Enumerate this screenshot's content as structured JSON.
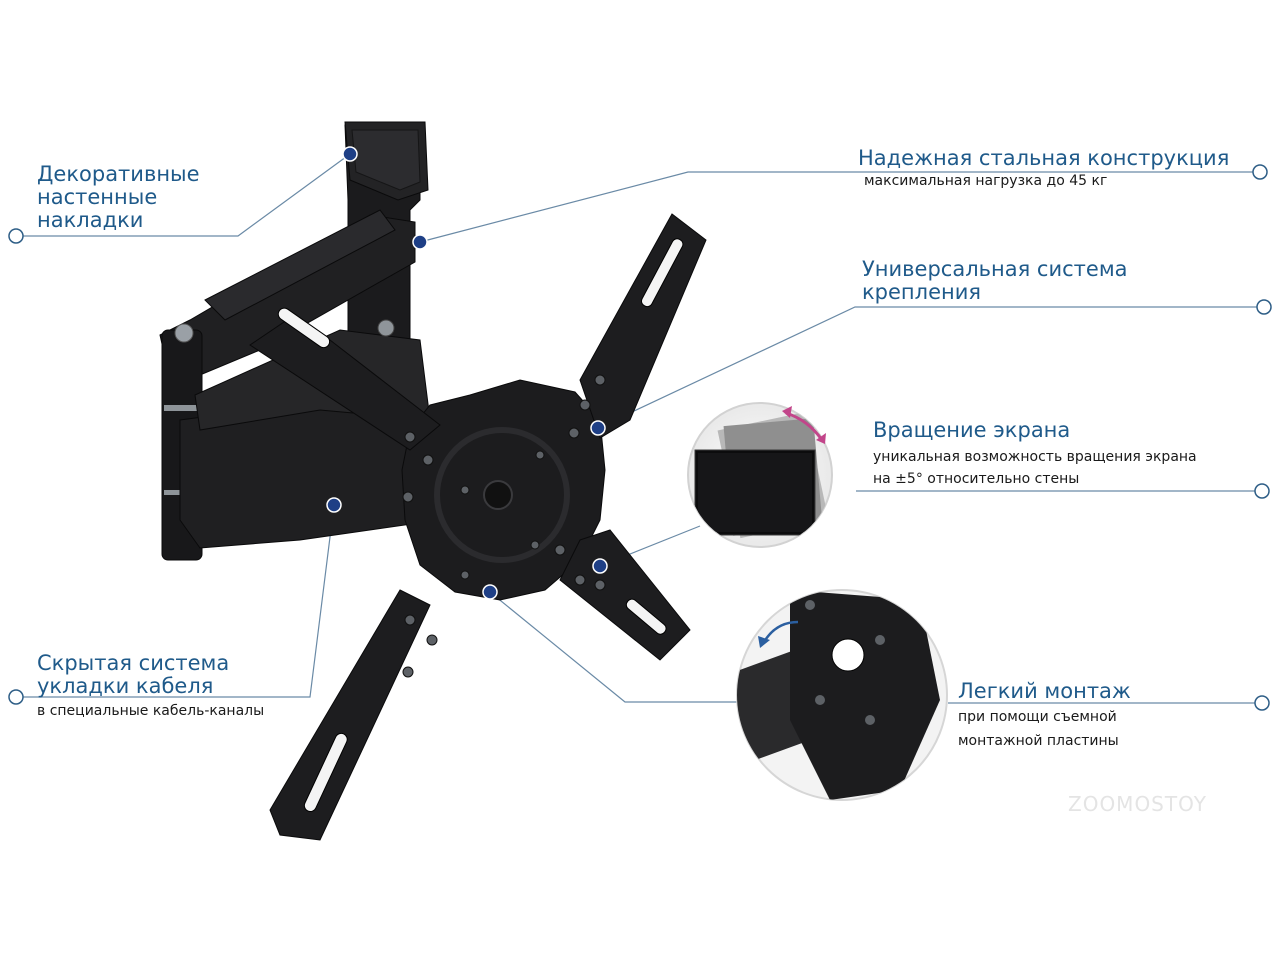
{
  "colors": {
    "accent": "#1f5a8a",
    "dot": "#1e3f86",
    "product": "#1b1b1d",
    "line": "#5c7f9e"
  },
  "labels": {
    "decor": {
      "lines": [
        "Декоративные",
        "настенные",
        "накладки"
      ]
    },
    "steel": {
      "title": "Надежная стальная конструкция",
      "sub": "максимальная нагрузка до 45 кг"
    },
    "universal": {
      "lines": [
        "Универсальная система",
        "крепления"
      ]
    },
    "rotation": {
      "title": "Вращение экрана",
      "sub_lines": [
        "уникальная возможность вращения экрана",
        "на ±5° относительно стены"
      ]
    },
    "cable": {
      "lines": [
        "Скрытая система",
        "укладки кабеля"
      ],
      "sub": "в специальные кабель-каналы"
    },
    "mount": {
      "title": "Легкий монтаж",
      "sub_lines": [
        "при помощи съемной",
        "монтажной пластины"
      ]
    }
  },
  "watermark": "ZOOMOSTOY"
}
